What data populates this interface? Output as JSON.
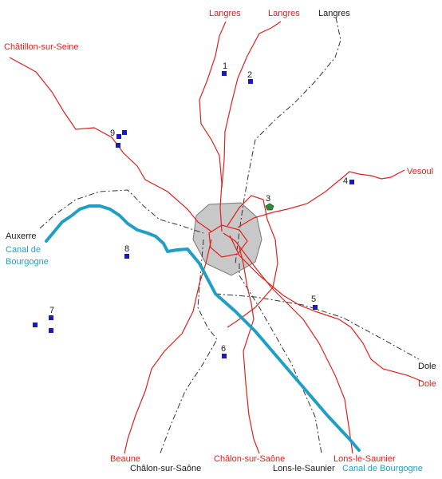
{
  "colors": {
    "road": "#e0201c",
    "rail": "#333333",
    "canal": "#1f9fc4",
    "city_fill": "#c8c8c8",
    "city_stroke": "#777777",
    "site_square": "#1a1ab8",
    "site_special": "#2e8b3a"
  },
  "labels": {
    "langres_road_1": "Langres",
    "langres_road_2": "Langres",
    "langres_rail": "Langres",
    "chatillon": "Châtillon-sur-Seine",
    "vesoul": "Vesoul",
    "auxerre": "Auxerre",
    "canal_top_1": "Canal de",
    "canal_top_2": "Bourgogne",
    "dole_rail": "Dole",
    "dole_road": "Dole",
    "beaune": "Beaune",
    "chalon_rail": "Châlon-sur-Saône",
    "chalon_road": "Châlon-sur-Saône",
    "lons_rail": "Lons-le-Saunier",
    "lons_road": "Lons-le-Saunier",
    "canal_bottom": "Canal de Bourgogne"
  },
  "sites": {
    "s1": "1",
    "s2": "2",
    "s3": "3",
    "s4": "4",
    "s5": "5",
    "s6": "6",
    "s7": "7",
    "s8": "8",
    "s9": "9"
  },
  "icons": {
    "site_marker": "blue-square",
    "special_marker": "green-pentagon"
  }
}
